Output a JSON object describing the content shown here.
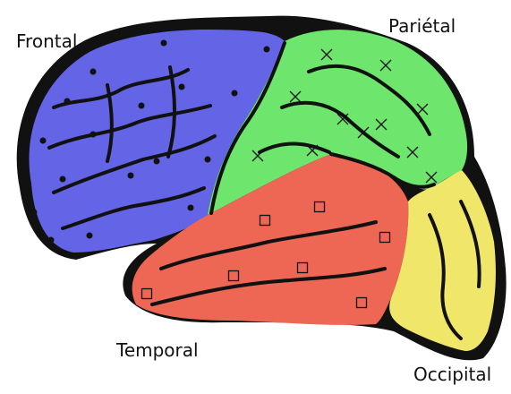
{
  "labels": {
    "frontal": "Frontal",
    "parietal": "Pariétal",
    "temporal": "Temporal",
    "occipital": "Occipital"
  },
  "colors": {
    "frontal": "#6464e6",
    "parietal": "#6ee66e",
    "temporal": "#ee6654",
    "occipital": "#f0e66a",
    "outline": "#111111",
    "background": "#ffffff"
  },
  "markers": {
    "frontal": "dot",
    "parietal": "cross",
    "temporal": "square",
    "occipital": "none"
  }
}
